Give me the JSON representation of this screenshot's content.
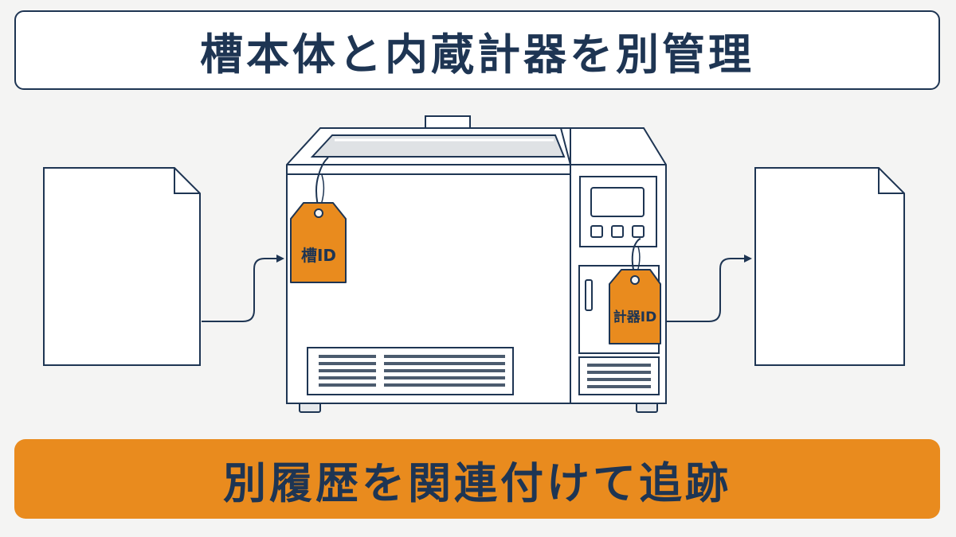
{
  "title": "槽本体と内蔵計器を別管理",
  "footer": "別履歴を関連付けて追跡",
  "tags": {
    "tank": "槽ID",
    "instrument": "計器ID"
  },
  "colors": {
    "navy": "#1e3553",
    "orange": "#e98b1e",
    "background": "#f4f4f3"
  }
}
